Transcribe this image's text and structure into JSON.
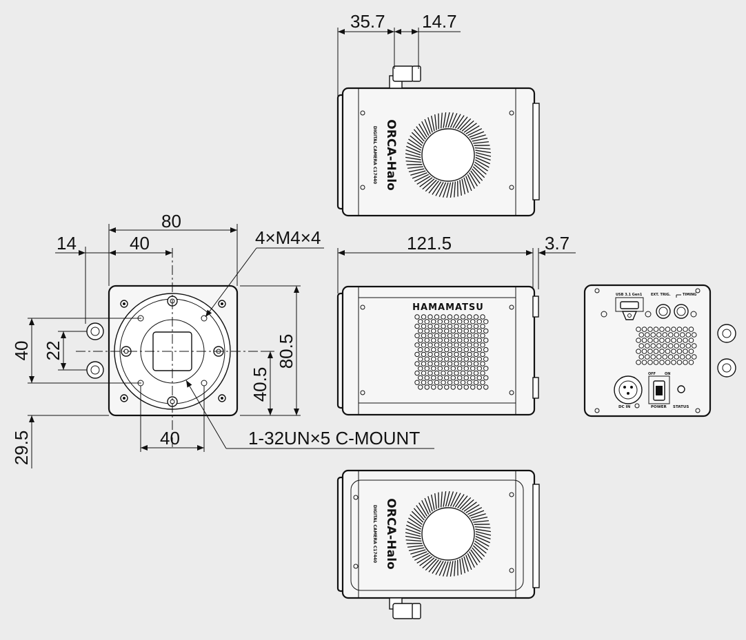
{
  "dimensions": {
    "top_left": "35.7",
    "top_right": "14.7",
    "front_width": "80",
    "front_left_offset": "14",
    "front_half_width": "40",
    "front_height": "80.5",
    "front_half_height": "40.5",
    "mount_holes_height": "40",
    "connector_spacing": "22",
    "bottom_offset": "29.5",
    "bottom_hole_spacing": "40",
    "side_length": "121.5",
    "side_extra": "3.7"
  },
  "labels": {
    "screw_spec": "4×M4×4",
    "mount_spec": "1-32UN×5 C-MOUNT",
    "brand": "HAMAMATSU",
    "product": "ORCA-Halo",
    "product_sub": "DIGITAL CAMERA C17440",
    "rear_usb": "USB 3.1 Gen1",
    "rear_ext_trig": "EXT. TRIG.",
    "rear_timing": "TIMING",
    "rear_dc_in": "DC IN",
    "rear_power": "POWER",
    "rear_status": "STATUS",
    "rear_off": "OFF",
    "rear_on": "ON"
  }
}
